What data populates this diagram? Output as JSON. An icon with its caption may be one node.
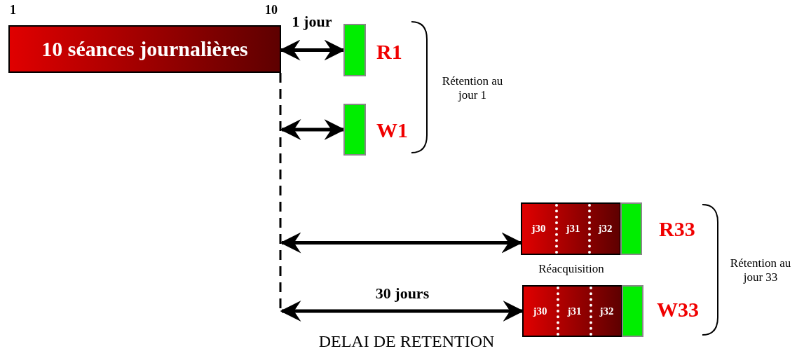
{
  "diagram": {
    "nodes": [
      {
        "text": [
          "10 séances journalières"
        ],
        "beside": [
          "1",
          "10"
        ]
      },
      {
        "text": [],
        "shape": "bar",
        "beside": [
          "R1"
        ]
      },
      {
        "text": [],
        "shape": "bar",
        "beside": [
          "W1"
        ]
      },
      {
        "text": [],
        "shape": "bar"
      },
      {
        "text": [
          "j30"
        ],
        "in": 3
      },
      {
        "text": [
          "j31"
        ],
        "in": 3
      },
      {
        "text": [
          "j32"
        ],
        "in": 3
      },
      {
        "text": [],
        "shape": "bar",
        "beside": [
          "R33"
        ]
      },
      {
        "text": [],
        "shape": "bar"
      },
      {
        "text": [
          "j30"
        ],
        "in": 8
      },
      {
        "text": [
          "j31"
        ],
        "in": 8
      },
      {
        "text": [
          "j32"
        ],
        "in": 8
      },
      {
        "text": [],
        "shape": "bar",
        "beside": [
          "W33"
        ]
      }
    ],
    "edges": [
      {
        "from": 0,
        "to": 1,
        "arrow": "both",
        "label": "1 jour"
      },
      {
        "from": null,
        "to": 2,
        "arrow": "both"
      },
      {
        "from": null,
        "to": 3,
        "arrow": "both"
      },
      {
        "from": null,
        "to": 8,
        "arrow": "both",
        "label": "30 jours"
      }
    ],
    "labels": [
      "Rétention au jour 1",
      "Réacquisition",
      "Rétention au jour 33",
      "DELAI DE RETENTION"
    ]
  }
}
